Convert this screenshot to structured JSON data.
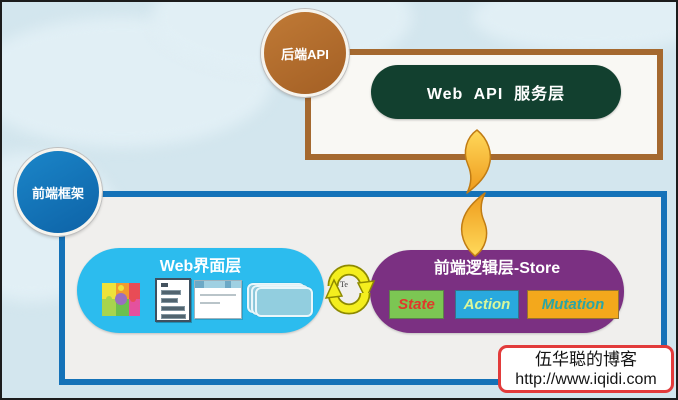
{
  "window": {
    "sky_color": "#d3e6ee",
    "frame_color": "#1c1c1c"
  },
  "backend": {
    "badge_label": "后端API",
    "badge_color": "#b26a2b",
    "panel_border_color": "#a5692f",
    "service_layer_label": "Web  API  服务层",
    "service_layer_bg": "#12402f"
  },
  "frontend": {
    "badge_label": "前端框架",
    "badge_color": "#0f70b6",
    "panel_border_color": "#1472b8",
    "ui_layer": {
      "title": "Web界面层",
      "bg": "#2cbcee",
      "icons": [
        "puzzle-icon",
        "document-icon",
        "browser-window-icon",
        "stacked-cards-icon"
      ]
    },
    "store_layer": {
      "title": "前端逻辑层-Store",
      "bg": "#7b3082",
      "items": [
        {
          "label": "State",
          "bg": "#7cc653",
          "text_color": "#e0392a"
        },
        {
          "label": "Action",
          "bg": "#29a9de",
          "text_color": "#d9f79a"
        },
        {
          "label": "Mutation",
          "bg": "#f3a81c",
          "text_color": "#2ba5a5"
        }
      ]
    },
    "cycle_arrow_label": "Te"
  },
  "arrows": {
    "flame_gradient_top": "#ffd95a",
    "flame_gradient_bottom": "#ee9a1c",
    "cycle_color": "#f4ee1e"
  },
  "watermark": {
    "line1": "伍华聪的博客",
    "line2": "http://www.iqidi.com",
    "border_color": "#e23b3b"
  }
}
